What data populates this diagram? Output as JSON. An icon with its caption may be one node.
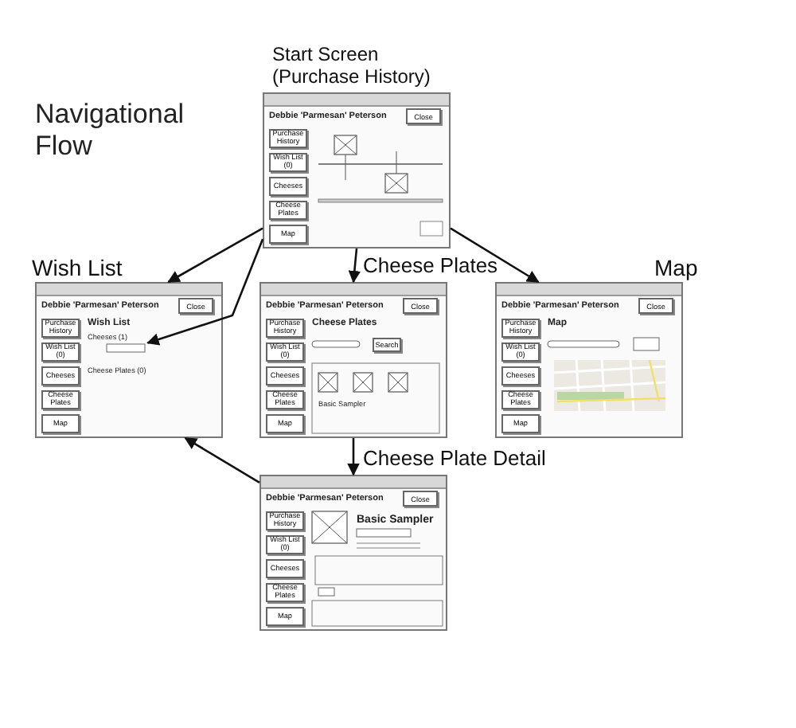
{
  "diagram": {
    "title": "Navigational Flow",
    "nodes": [
      {
        "text": [
          "Start Screen (Purchase History)",
          "Debbie 'Parmesan' Peterson",
          "Close",
          "Purchase History",
          "Wish List (0)",
          "Cheeses",
          "Cheese Plates",
          "Map"
        ]
      },
      {
        "text": [
          "Wish List",
          "Debbie 'Parmesan' Peterson",
          "Close",
          "Purchase History",
          "Wish List (0)",
          "Cheeses",
          "Cheese Plates",
          "Map",
          "Wish List",
          "Cheeses (1)",
          "Cheese Plates (0)"
        ]
      },
      {
        "text": [
          "Cheese Plates",
          "Debbie 'Parmesan' Peterson",
          "Close",
          "Purchase History",
          "Wish List (0)",
          "Cheeses",
          "Cheese Plates",
          "Map",
          "Cheese Plates",
          "Search",
          "Basic Sampler"
        ]
      },
      {
        "text": [
          "Map",
          "Debbie 'Parmesan' Peterson",
          "Close",
          "Purchase History",
          "Wish List (0)",
          "Cheeses",
          "Cheese Plates",
          "Map",
          "Map"
        ]
      },
      {
        "text": [
          "Cheese Plate Detail",
          "Debbie 'Parmesan' Peterson",
          "Close",
          "Purchase History",
          "Wish List (0)",
          "Cheeses",
          "Cheese Plates",
          "Map",
          "Basic Sampler"
        ]
      }
    ],
    "edges": [
      {
        "from": 0,
        "to": 1,
        "arrow": "to"
      },
      {
        "from": 0,
        "to": 1,
        "arrow": "to"
      },
      {
        "from": 0,
        "to": 2,
        "arrow": "to"
      },
      {
        "from": 0,
        "to": 3,
        "arrow": "to"
      },
      {
        "from": 2,
        "to": 4,
        "arrow": "to"
      },
      {
        "from": 4,
        "to": 1,
        "arrow": "to"
      }
    ]
  }
}
